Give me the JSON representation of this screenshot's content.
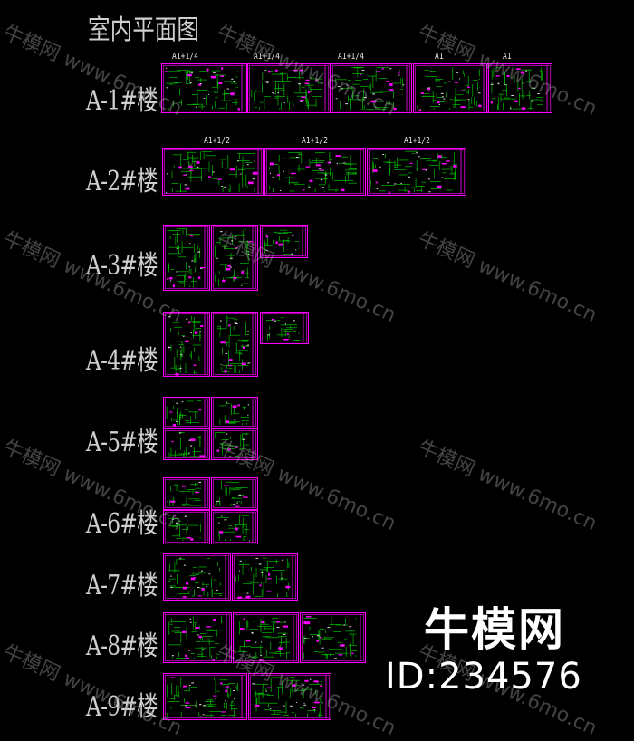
{
  "page_title": "室内平面图",
  "colors": {
    "background": "#000000",
    "sheet_border": "#ff00ff",
    "plan_lines": "#00c000",
    "label_text": "#cfcfcf"
  },
  "buildings": [
    {
      "label": "A-1#楼",
      "sheet_titles": [
        "A1+1/4",
        "A1+1/4",
        "A1+1/4",
        "A1",
        "A1"
      ]
    },
    {
      "label": "A-2#楼",
      "sheet_titles": [
        "A1+1/2",
        "A1+1/2",
        "A1+1/2"
      ]
    },
    {
      "label": "A-3#楼"
    },
    {
      "label": "A-4#楼"
    },
    {
      "label": "A-5#楼"
    },
    {
      "label": "A-6#楼"
    },
    {
      "label": "A-7#楼"
    },
    {
      "label": "A-8#楼"
    },
    {
      "label": "A-9#楼"
    }
  ],
  "watermark": {
    "text": "牛模网 www.6mo.cn",
    "brand": "牛模网",
    "id_text": "ID:234576"
  }
}
